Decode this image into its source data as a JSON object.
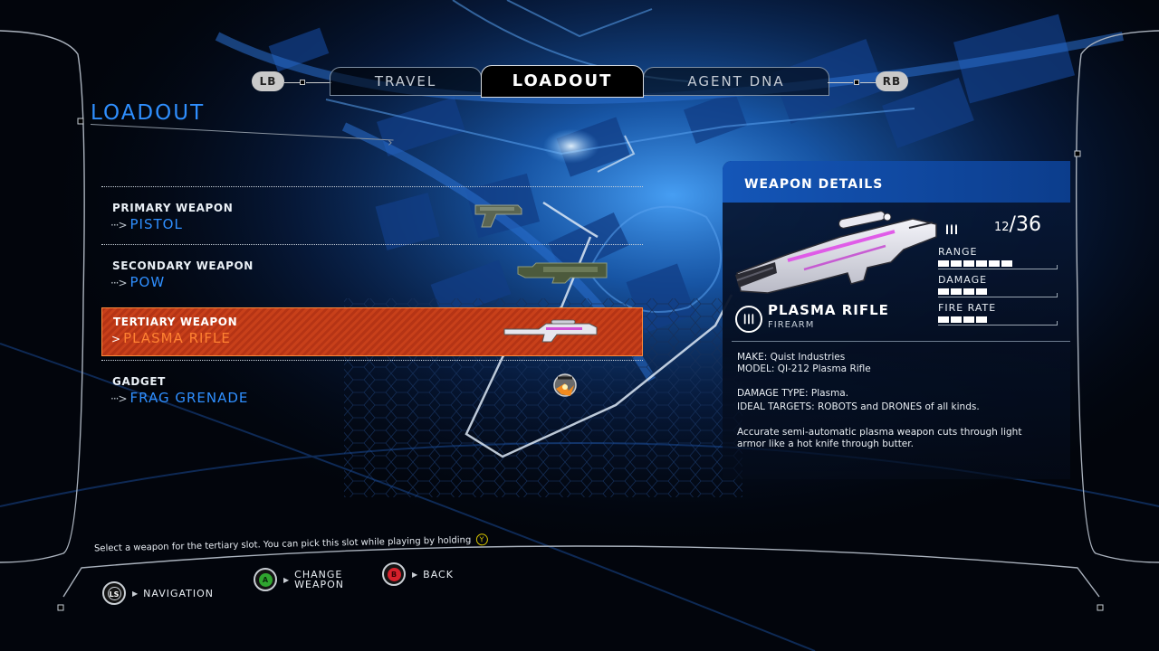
{
  "tabs": {
    "left_bumper": "LB",
    "right_bumper": "RB",
    "items": [
      "TRAVEL",
      "LOADOUT",
      "AGENT DNA"
    ],
    "active": "LOADOUT"
  },
  "page_title": "LOADOUT",
  "slots": [
    {
      "label": "PRIMARY WEAPON",
      "value": "PISTOL",
      "arrow": "···>",
      "icon": "pistol-icon",
      "selected": false
    },
    {
      "label": "SECONDARY WEAPON",
      "value": "POW",
      "arrow": "···>",
      "icon": "pow-icon",
      "selected": false
    },
    {
      "label": "TERTIARY WEAPON",
      "value": "PLASMA RIFLE",
      "arrow": ">",
      "icon": "plasma-rifle-icon",
      "selected": true
    },
    {
      "label": "GADGET",
      "value": "FRAG GRENADE",
      "arrow": "···>",
      "icon": "frag-grenade-icon",
      "selected": false
    }
  ],
  "details": {
    "title": "WEAPON DETAILS",
    "ammo_current": "12",
    "ammo_max": "36",
    "stats": [
      {
        "label": "RANGE",
        "level": 6,
        "max": 8
      },
      {
        "label": "DAMAGE",
        "level": 4,
        "max": 8
      },
      {
        "label": "FIRE RATE",
        "level": 4,
        "max": 8
      }
    ],
    "weapon_name": "PLASMA RIFLE",
    "weapon_type": "FIREARM",
    "make": "MAKE: Quist Industries",
    "model": "MODEL: QI-212 Plasma Rifle",
    "damage_type": "DAMAGE TYPE: Plasma.",
    "ideal_targets": "IDEAL TARGETS:  ROBOTS and DRONES of all kinds.",
    "description": "Accurate semi-automatic plasma weapon cuts through light armor like a hot knife through butter."
  },
  "hint": {
    "text": "Select a weapon for the tertiary slot. You can pick this slot while playing by holding",
    "button": "Y"
  },
  "controls": [
    {
      "button": "LS",
      "label": "NAVIGATION",
      "color": "#2b2b2b"
    },
    {
      "button": "A",
      "label_line1": "CHANGE",
      "label_line2": "WEAPON",
      "color": "#2fa52f"
    },
    {
      "button": "B",
      "label": "BACK",
      "color": "#d6202b"
    }
  ],
  "colors": {
    "accent_blue": "#2f8fff",
    "selected_orange": "#ff8232",
    "selected_bg": "#c0391a",
    "details_header": "#1456b8"
  }
}
